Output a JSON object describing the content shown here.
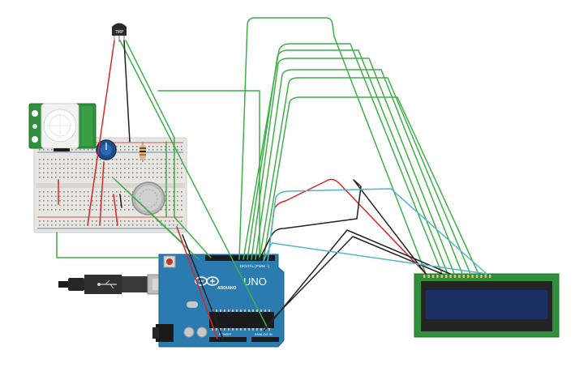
{
  "colors": {
    "breadboard": "#e8e6e1",
    "arduino_board": "#2a7bb0",
    "lcd_pcb": "#2f8f3a",
    "lcd_screen": "#1a2f63",
    "pir_pcb": "#2f8f3a",
    "wire_green": "#3fae49",
    "wire_red": "#d8262a",
    "wire_black": "#222222",
    "wire_cyan": "#52b6c8"
  },
  "components": {
    "temperature_sensor": {
      "label": "TMP"
    },
    "arduino": {
      "logo": "ARDUINO",
      "model": "UNO",
      "digital_header": "DIGITAL (PWM ~)",
      "analog_header": "ANALOG IN",
      "power_header": "POWER"
    },
    "pir_sensor": {
      "icon": "pir-motion-icon"
    },
    "potentiometer": {
      "icon": "knob-icon"
    },
    "gas_sensor": {
      "icon": "gas-sensor-icon"
    },
    "usb_cable": {
      "icon": "usb-plug-icon"
    }
  }
}
